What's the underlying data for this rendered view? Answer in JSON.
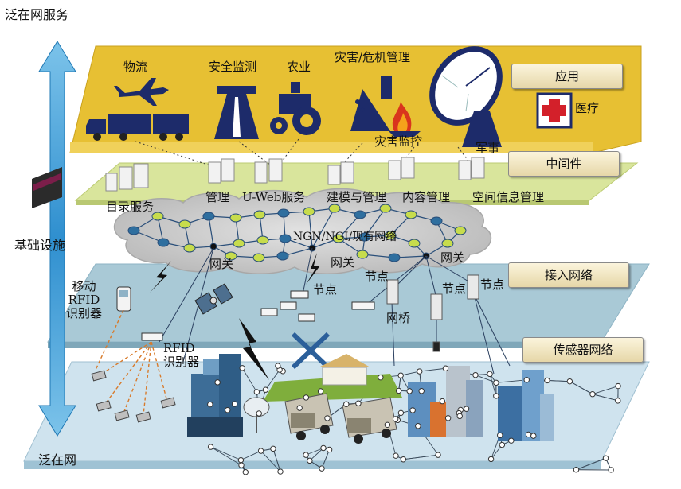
{
  "axis": {
    "top_label": "泛在网服务",
    "bottom_label": "泛在网",
    "middle_label": "基础设施"
  },
  "layers": {
    "application": "应用",
    "middleware": "中间件",
    "access": "接入网络",
    "sensor": "传感器网络"
  },
  "apps": {
    "logistics": "物流",
    "safety": "安全监测",
    "agriculture": "农业",
    "disaster_mgmt": "灾害/危机管理",
    "medical": "医疗",
    "disaster_monitor": "灾害监控",
    "military": "军事"
  },
  "middleware_items": [
    "目录服务",
    "管理",
    "U-Web服务",
    "建模与管理",
    "内容管理",
    "空间信息管理"
  ],
  "network": {
    "cloud": "NGN/NGI/现有网络",
    "gateway_1": "网关",
    "gateway_2": "网关",
    "gateway_3": "网关",
    "node_1": "节点",
    "node_2": "节点",
    "node_3": "节点",
    "node_4": "节点",
    "bridge": "网桥",
    "mobile_reader": "移动\nRFID\n识别器",
    "rfid_reader": "RFID\n识别器"
  },
  "colors": {
    "app_layer": "#e7c033",
    "middleware_layer": "#d9e59c",
    "access_layer": "#a9c9d6",
    "sensor_layer": "#cfe3ee",
    "cloud": "#c9c9c9",
    "node_green": "#c7dc4c",
    "node_blue": "#2f6f9f",
    "arrow": "#3e9bd3"
  }
}
